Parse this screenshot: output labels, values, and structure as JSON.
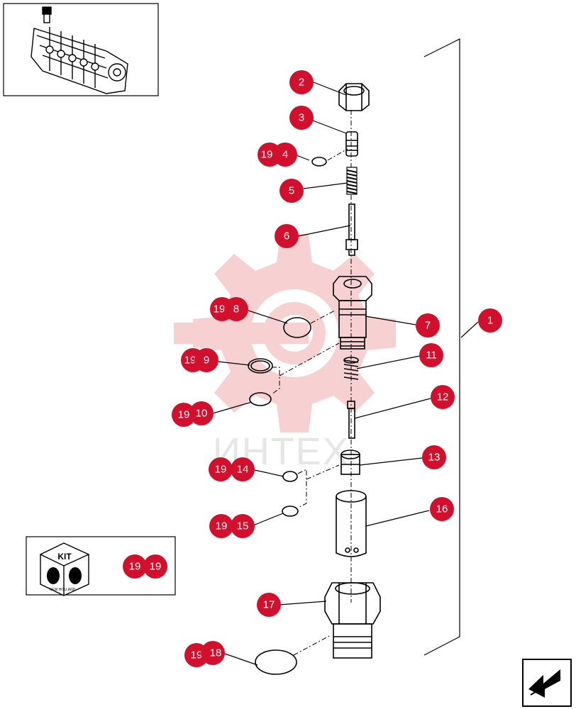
{
  "watermark": {
    "text": "ИНТЕХ"
  },
  "kit_box": {
    "icon_label": "KIT",
    "brand_text": "NEW HOLLAND",
    "callouts": [
      "19",
      "19"
    ]
  },
  "callouts": {
    "c1": "1",
    "c2": "2",
    "c3": "3",
    "c4": "4",
    "c4b": "19",
    "c5": "5",
    "c6": "6",
    "c7": "7",
    "c8": "8",
    "c8b": "19",
    "c9": "9",
    "c9b": "19",
    "c10": "10",
    "c10b": "19",
    "c11": "11",
    "c12": "12",
    "c13": "13",
    "c14": "14",
    "c14b": "19",
    "c15": "15",
    "c15b": "19",
    "c16": "16",
    "c17": "17",
    "c18": "18",
    "c18b": "19"
  }
}
